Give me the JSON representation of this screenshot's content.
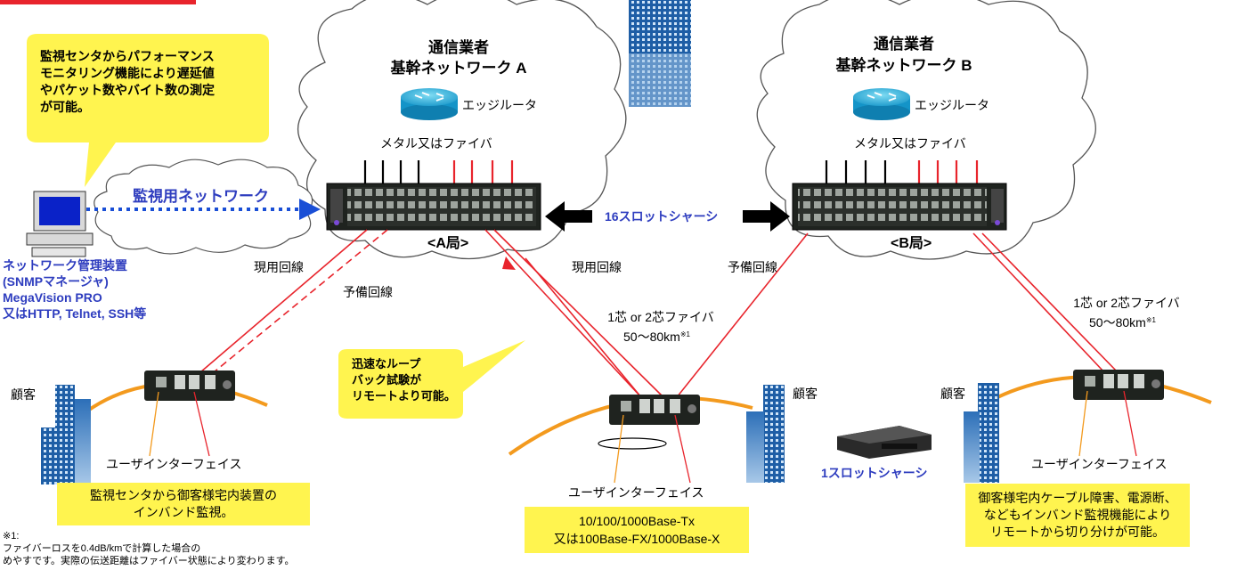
{
  "clouds": {
    "a_title_line1": "通信業者",
    "a_title_line2": "基幹ネットワーク A",
    "b_title_line1": "通信業者",
    "b_title_line2": "基幹ネットワーク B",
    "edge_router": "エッジルータ",
    "metal_or_fiber": "メタル又はファイバ",
    "monitoring_network": "監視用ネットワーク"
  },
  "stations": {
    "a": "<A局>",
    "b": "<B局>"
  },
  "chassis": {
    "sixteen_slot": "16スロットシャーシ",
    "one_slot": "1スロットシャーシ"
  },
  "lines": {
    "active": "現用回線",
    "standby": "予備回線"
  },
  "fiber": {
    "cores": "1芯 or 2芯ファイバ",
    "distance": "50～80km",
    "mark": "※1"
  },
  "manager": {
    "line1": "ネットワーク管理装置",
    "line2": "(SNMPマネージャ)",
    "line3": "MegaVision PRO",
    "line4": "又はHTTP, Telnet, SSH等"
  },
  "customer": "顧客",
  "user_interface": "ユーザインターフェイス",
  "callouts": {
    "performance": [
      "監視センタからパフォーマンス",
      "モニタリング機能により遅延値",
      "やパケット数やバイト数の測定",
      "が可能。"
    ],
    "loopback": [
      "迅速なループ",
      "バック試験が",
      "リモートより可能。"
    ]
  },
  "notes": {
    "inband": [
      "監視センタから御客様宅内装置の",
      "インバンド監視。"
    ],
    "ports": [
      "10/100/1000Base-Tx",
      "又は100Base-FX/1000Base-X"
    ],
    "isolation": [
      "御客様宅内ケーブル障害、電源断、",
      "などもインバンド監視機能により",
      "リモートから切り分けが可能。"
    ]
  },
  "footnote": {
    "mark": "※1:",
    "line1": "ファイバーロスを0.4dB/kmで計算した場合の",
    "line2": "めやすです。実際の伝送距離はファイバー状態により変わります。"
  },
  "colors": {
    "accent_blue": "#2e3dbf",
    "fiber_red": "#e8242c",
    "note_yellow": "#fff44f",
    "arc_orange": "#f39a1e",
    "dotted_blue": "#1a4fd6"
  }
}
